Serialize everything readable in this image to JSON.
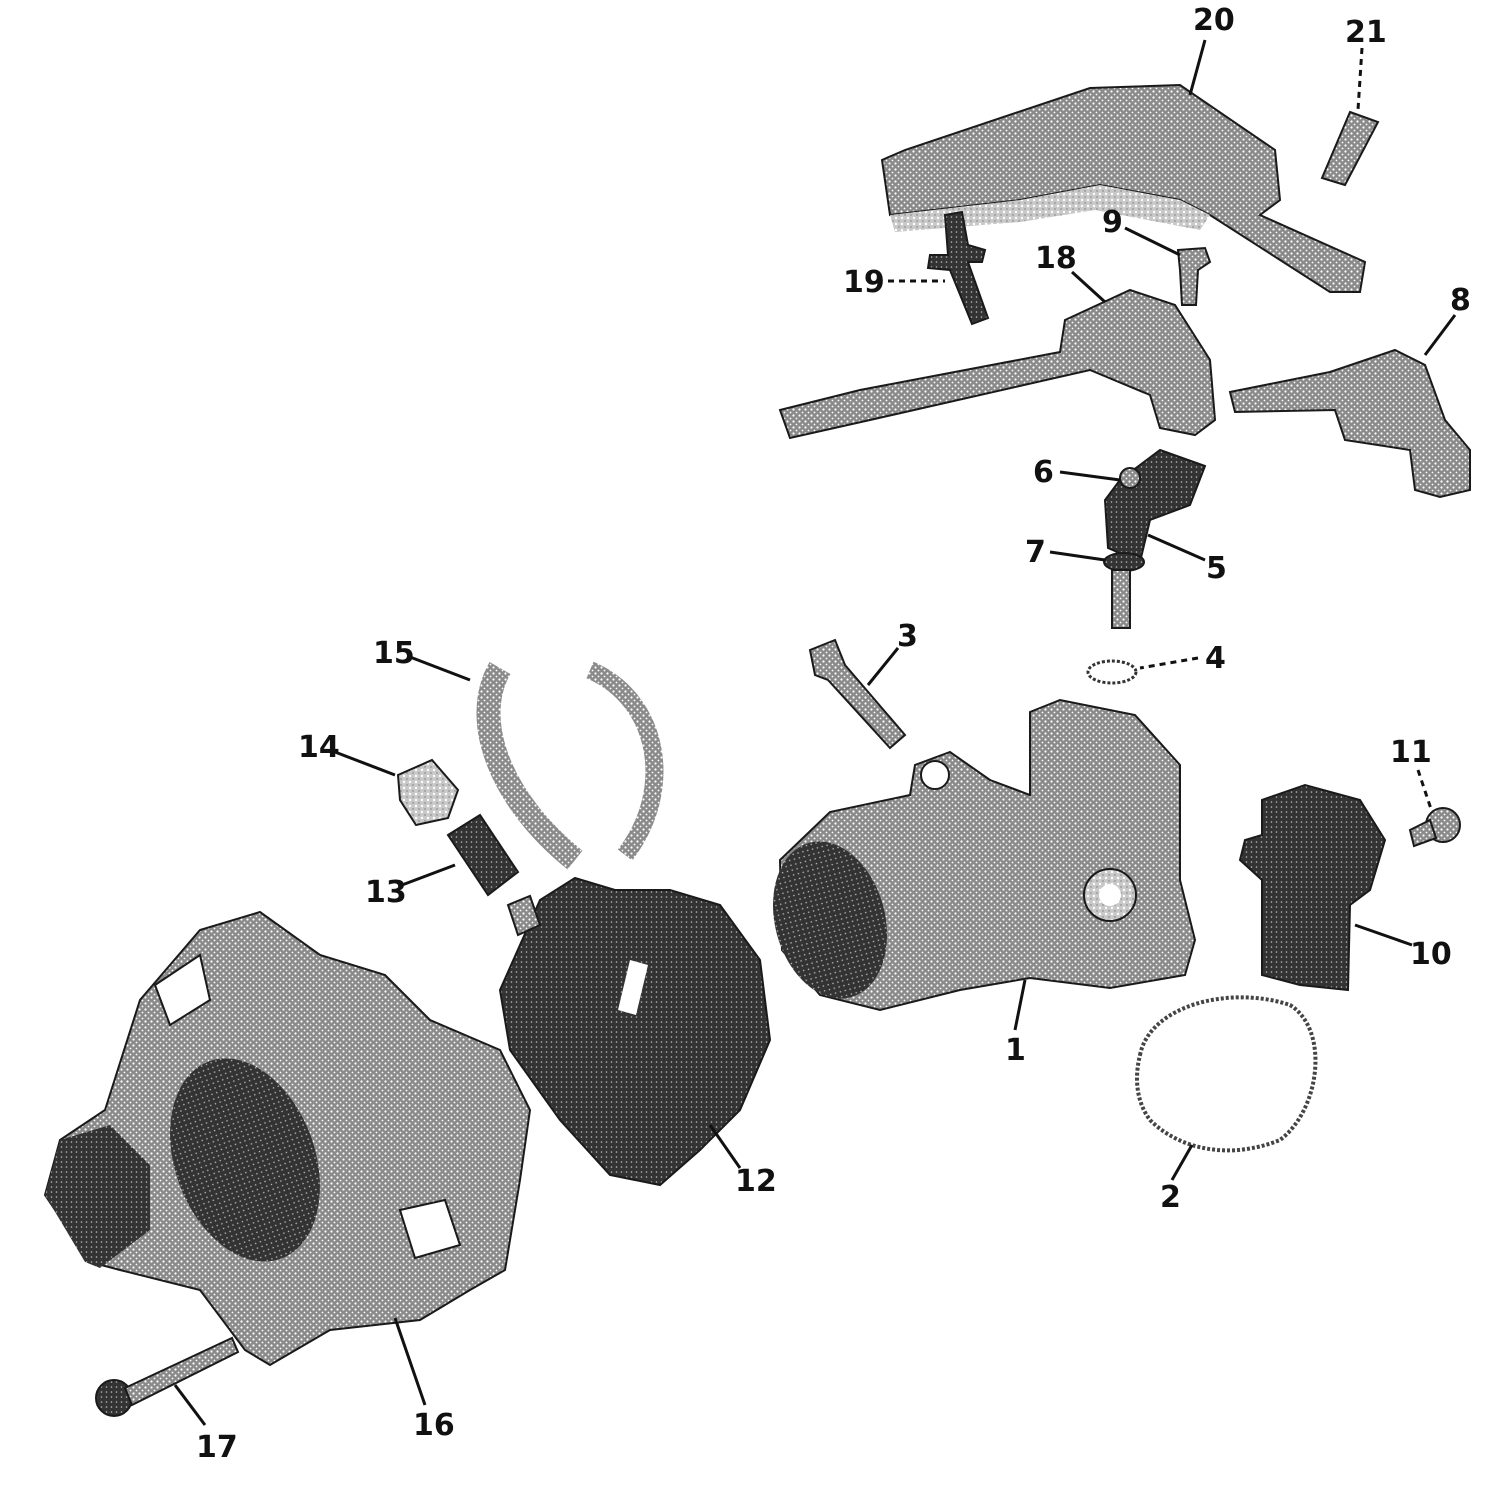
{
  "diagram": {
    "colors": {
      "ink": "#111111",
      "part_dark": "#2b2b2b",
      "part_mid": "#5e5e5e",
      "part_light": "#9a9a9a",
      "background": "#ffffff"
    },
    "callouts": [
      {
        "id": "1",
        "label": "1"
      },
      {
        "id": "2",
        "label": "2"
      },
      {
        "id": "3",
        "label": "3"
      },
      {
        "id": "4",
        "label": "4"
      },
      {
        "id": "5",
        "label": "5"
      },
      {
        "id": "6",
        "label": "6"
      },
      {
        "id": "7",
        "label": "7"
      },
      {
        "id": "8",
        "label": "8"
      },
      {
        "id": "9",
        "label": "9"
      },
      {
        "id": "10",
        "label": "10"
      },
      {
        "id": "11",
        "label": "11"
      },
      {
        "id": "12",
        "label": "12"
      },
      {
        "id": "13",
        "label": "13"
      },
      {
        "id": "14",
        "label": "14"
      },
      {
        "id": "15",
        "label": "15"
      },
      {
        "id": "16",
        "label": "16"
      },
      {
        "id": "17",
        "label": "17"
      },
      {
        "id": "18",
        "label": "18"
      },
      {
        "id": "19",
        "label": "19"
      },
      {
        "id": "20",
        "label": "20"
      },
      {
        "id": "21",
        "label": "21"
      }
    ]
  }
}
